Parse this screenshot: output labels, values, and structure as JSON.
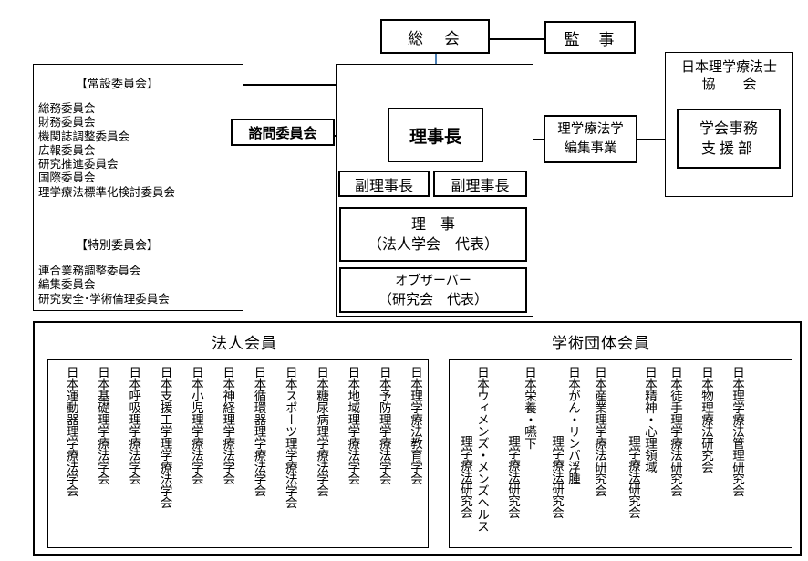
{
  "top": {
    "sokai": "総　会",
    "kanji": "監　事"
  },
  "left_panel": {
    "standing_header": "【常設委員会】",
    "standing_items": [
      "総務委員会",
      "財務委員会",
      "機関誌調整委員会",
      "広報委員会",
      "研究推進委員会",
      "国際委員会",
      "理学療法標準化検討委員会"
    ],
    "special_header": "【特別委員会】",
    "special_items": [
      "連合業務調整委員会",
      "編集委員会",
      "研究安全･学術倫理委員会"
    ]
  },
  "center": {
    "advisory": "諮問委員会",
    "chair": "理事長",
    "vice1": "副理事長",
    "vice2": "副理事長",
    "director_l1": "理　事",
    "director_l2": "（法人学会　代表）",
    "observer_l1": "オブザーバー",
    "observer_l2": "（研究会　代表）"
  },
  "editorial": {
    "l1": "理学療法学",
    "l2": "編集事業"
  },
  "jpta": {
    "l1": "日本理学療法士",
    "l2": "協　　会",
    "office_l1": "学会事務",
    "office_l2": "支援部"
  },
  "members": {
    "corporate_title": "法人会員",
    "corporate": [
      "日本理学療法教育学会",
      "日本予防理学療法学会",
      "日本地域理学療法学会",
      "日本糖尿病理学療法学会",
      "日本スポーツ理学療法学会",
      "日本循環器理学療法学会",
      "日本神経理学療法学会",
      "日本小児理学療法学会",
      "日本支援工学理学療法学会",
      "日本呼吸理学療法学会",
      "日本基礎理学療法学会",
      "日本運動器理学療法学会"
    ],
    "academic_title": "学術団体会員",
    "academic": [
      {
        "l1": "日本理学療法管理研究会",
        "l2": ""
      },
      {
        "l1": "日本物理療法研究会",
        "l2": ""
      },
      {
        "l1": "日本徒手理学療法研究会",
        "l2": ""
      },
      {
        "l1": "日本精神・心理領域",
        "l2": "理学療法研究会"
      },
      {
        "l1": "日本産業理学療法研究会",
        "l2": ""
      },
      {
        "l1": "日本がん・リンパ浮腫",
        "l2": "理学療法研究会"
      },
      {
        "l1": "日本栄養・嚥下",
        "l2": "理学療法研究会"
      },
      {
        "l1": "日本ウィメンズ・メンズヘルス",
        "l2": "理学療法研究会"
      }
    ]
  }
}
